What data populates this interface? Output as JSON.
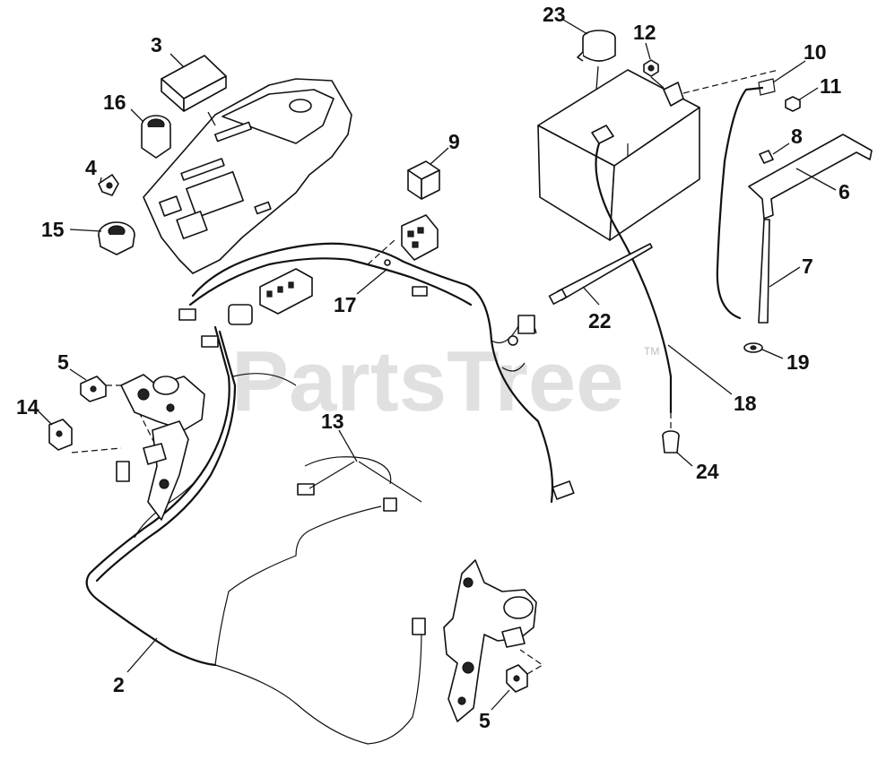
{
  "watermark": {
    "text": "PartsTree",
    "trademark": "TM"
  },
  "callouts": {
    "c1": "23",
    "c2": "12",
    "c3": "10",
    "c4": "11",
    "c5": "3",
    "c6": "16",
    "c7": "9",
    "c8": "8",
    "c9": "4",
    "c10": "6",
    "c11": "15",
    "c12": "7",
    "c13": "17",
    "c14": "22",
    "c15": "5",
    "c16": "19",
    "c17": "14",
    "c18": "18",
    "c19": "13",
    "c20": "24",
    "c21": "2",
    "c22": "5"
  }
}
